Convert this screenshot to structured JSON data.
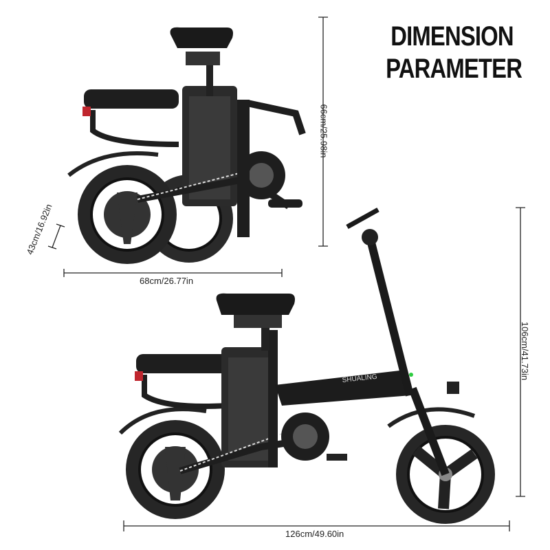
{
  "title": {
    "line1": "DIMENSION",
    "line2": "PARAMETER"
  },
  "dimensions": {
    "folded_height": "66cm/25.98in",
    "folded_length": "68cm/26.77in",
    "folded_width": "43cm/16.92in",
    "unfolded_height": "106cm/41.73in",
    "unfolded_length": "126cm/49.60in"
  },
  "brand": "SHUALING",
  "colors": {
    "frame": "#1c1c1c",
    "tire": "#262626",
    "line": "#222222",
    "accent": "#c0262e"
  }
}
